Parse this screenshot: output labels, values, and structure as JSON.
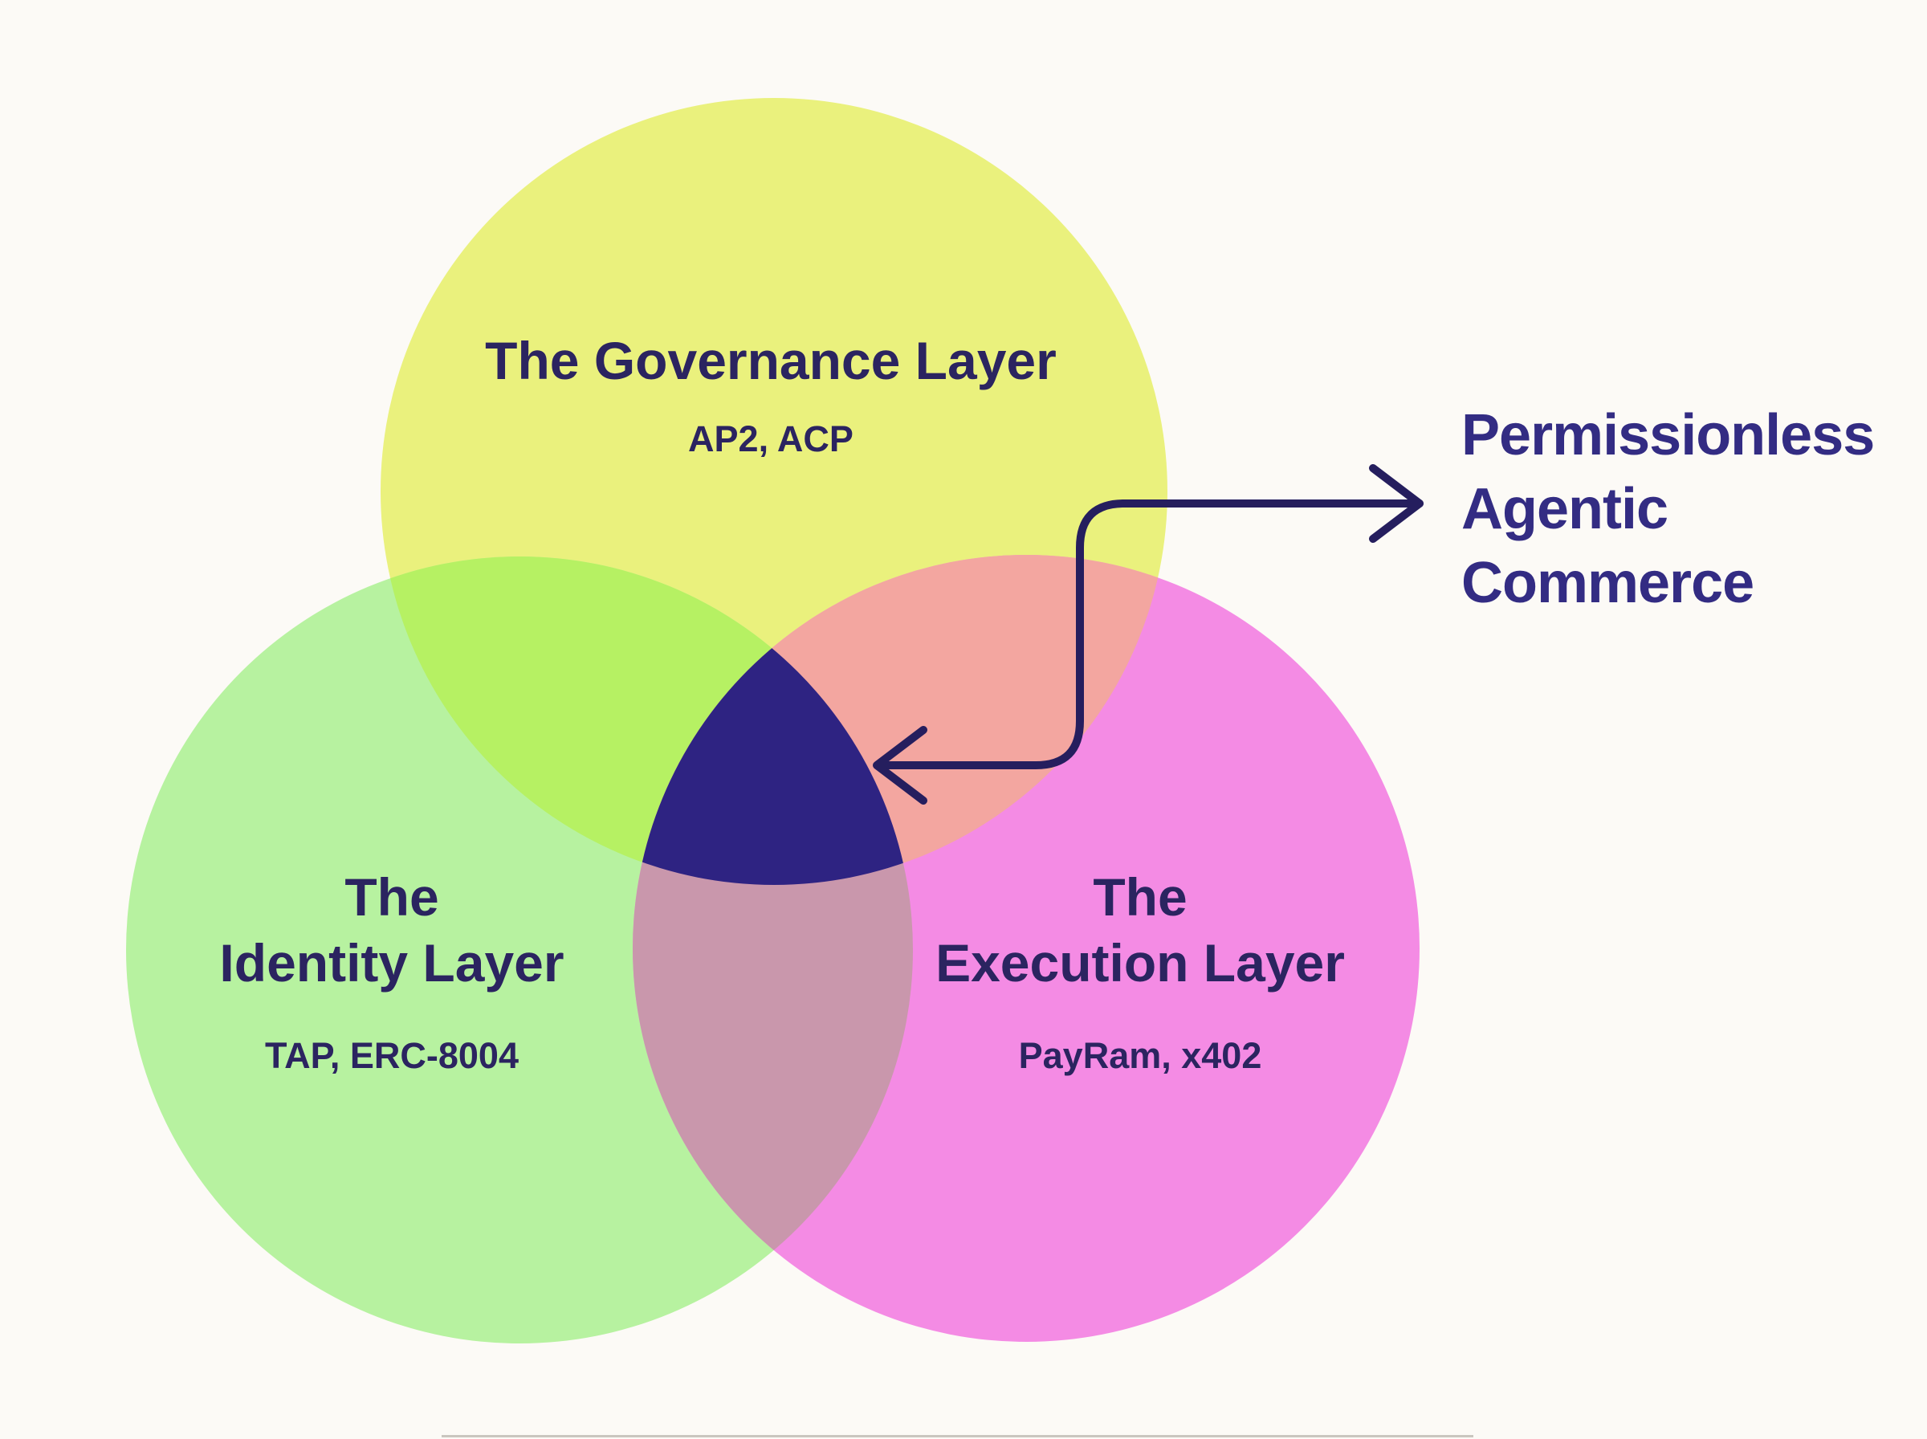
{
  "diagram": {
    "type": "venn-3-circle",
    "circles": {
      "governance": {
        "title": "The Governance Layer",
        "sublabel": "AP2, ACP"
      },
      "identity": {
        "title_line1": "The",
        "title_line2": "Identity Layer",
        "sublabel": "TAP, ERC-8004"
      },
      "execution": {
        "title_line1": "The",
        "title_line2": "Execution Layer",
        "sublabel": "PayRam, x402"
      }
    },
    "callout": {
      "line1": "Permissionless",
      "line2": "Agentic",
      "line3": "Commerce",
      "points_to": "triple-intersection"
    }
  },
  "colors": {
    "background": "#fcfaf6",
    "governance_circle": "#eaf17d",
    "identity_circle": "#b7f2a0",
    "execution_circle": "#f48be4",
    "governance_identity_overlap": "#b6f163",
    "governance_execution_overlap": "#f3a6a0",
    "identity_execution_overlap": "#c997ac",
    "triple_intersection": "#2e2382",
    "circle_text": "#2b2460",
    "callout_text": "#332c83",
    "arrow": "#251e5e",
    "bottom_cutoff_line": "#b9b4ac"
  }
}
